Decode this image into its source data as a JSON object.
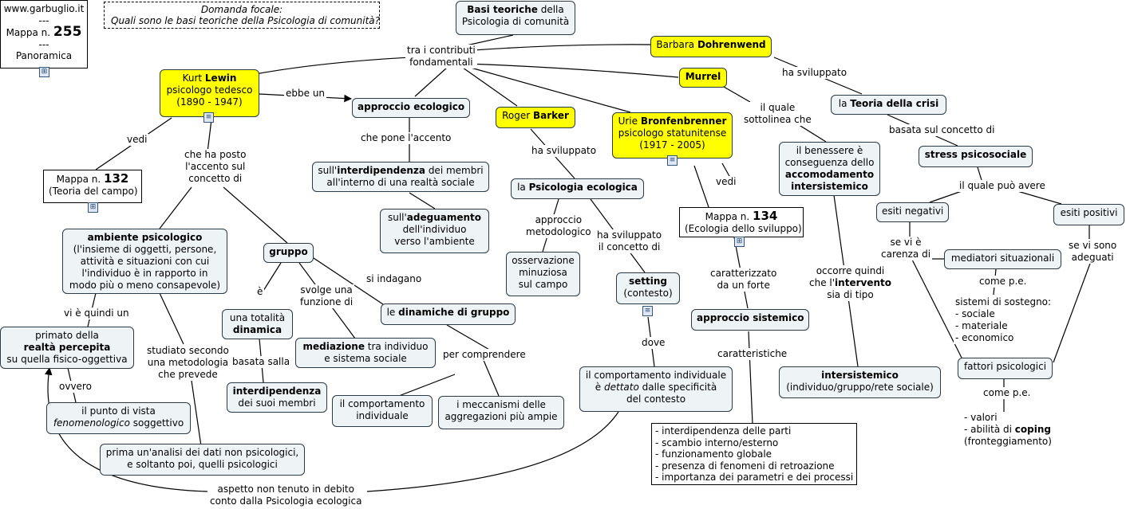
{
  "site": {
    "url": "www.garbuglio.it",
    "sep": "---",
    "mappa_prefix": "Mappa n.",
    "mappa_num": "255",
    "label": "Panoramica"
  },
  "focus": {
    "line1": "Domanda focale:",
    "line2": "Quali sono le basi teoriche della Psicologia di comunità?"
  },
  "title": {
    "bold": "Basi teoriche",
    "rest1": " della",
    "line2": "Psicologia di comunità"
  },
  "links": {
    "contributi": [
      "tra i contributi",
      "fondamentali"
    ],
    "ebbe_un": "ebbe un",
    "vedi1": "vedi",
    "accento": [
      "che ha posto",
      "l'accento sul",
      "concetto di"
    ],
    "pone_accento": "che pone l'accento",
    "ha_sviluppato_barker": "ha sviluppato",
    "approccio_metodologico": [
      "approccio",
      "metodologico"
    ],
    "ha_sviluppato_setting": [
      "ha sviluppato",
      "il concetto di"
    ],
    "vedi2": "vedi",
    "il_quale": [
      "il quale",
      "sottolinea che"
    ],
    "ha_sviluppato_dohren": "ha sviluppato",
    "basata_concetto": "basata sul concetto di",
    "il_quale_avere": "il quale può avere",
    "carenza": [
      "se vi è",
      "carenza di"
    ],
    "adeguati": [
      "se vi sono",
      "adeguati"
    ],
    "come_pe1": "come p.e.",
    "come_pe2": "come p.e.",
    "occorre": [
      "occorre quindi",
      "che l'",
      "intervento",
      "sia di tipo"
    ],
    "caratterizzato": [
      "caratterizzato",
      "da un forte"
    ],
    "caratteristiche": "caratteristiche",
    "dove": "dove",
    "quindi": "vi è quindi un",
    "ovvero": "ovvero",
    "studiato": [
      "studiato secondo",
      "una metodologia",
      "che prevede"
    ],
    "e": "è",
    "basata_sulla": "basata salla",
    "svolge": [
      "svolge una",
      "funzione di"
    ],
    "indagano": "si indagano",
    "per_comprendere": "per comprendere",
    "non_tenuto": [
      "aspetto non tenuto in debito",
      "conto dalla Psicologia ecologica"
    ]
  },
  "nodes": {
    "lewin": {
      "pre": "Kurt ",
      "bold": "Lewin",
      "l2": "psicologo tedesco",
      "l3": "(1890 - 1947)"
    },
    "dohrenwend": {
      "pre": "Barbara ",
      "bold": "Dohrenwend"
    },
    "murrel": {
      "bold": "Murrel"
    },
    "barker": {
      "pre": "Roger ",
      "bold": "Barker"
    },
    "bronfen": {
      "pre": "Urie ",
      "bold": "Bronfenbrenner",
      "l2": "psicologo statunitense",
      "l3": "(1917 - 2005)"
    },
    "approccio_eco": {
      "bold": "approccio ecologico"
    },
    "interdip_membri": {
      "pre": "sull'",
      "bold": "interdipendenza",
      "rest": " dei membri",
      "l2": "all'interno di una realtà sociale"
    },
    "adeguamento": {
      "pre": "sull'",
      "bold": "adeguamento",
      "l2": "dell'individuo",
      "l3": "verso l'ambiente"
    },
    "psico_eco": {
      "pre": "la ",
      "bold": "Psicologia ecologica"
    },
    "osservazione": [
      "osservazione",
      "minuziosa",
      "sul campo"
    ],
    "setting": {
      "bold": "setting",
      "l2": "(contesto)"
    },
    "comportamento_contesto": {
      "l1": "il comportamento individuale",
      "pre": "è ",
      "ital": "dettato",
      "rest": "  dalle specificità",
      "l3": "del contesto"
    },
    "mappa132": {
      "prefix": "Mappa n. ",
      "num": "132",
      "l2": "(Teoria del campo)"
    },
    "mappa134": {
      "prefix": "Mappa n. ",
      "num": "134",
      "l2": "(Ecologia dello sviluppo)"
    },
    "ambiente": {
      "bold": "ambiente psicologico",
      "lines": [
        "(l'insieme di oggetti, persone,",
        "attività e situazioni con cui",
        "l'individuo è in rapporto in",
        "modo più o meno consapevole)"
      ]
    },
    "gruppo": {
      "bold": "gruppo"
    },
    "totalita": {
      "l1": "una totalità",
      "bold": "dinamica"
    },
    "mediazione": {
      "bold": "mediazione",
      "rest": " tra individuo",
      "l2": "e sistema sociale"
    },
    "dinamiche": {
      "pre": "le ",
      "bold": "dinamiche di gruppo"
    },
    "interdip_suoi": {
      "bold": "interdipendenza",
      "l2": "dei suoi membri"
    },
    "comp_individuale": [
      "il comportamento",
      "individuale"
    ],
    "meccanismi": [
      "i meccanismi delle",
      "aggregazioni più ampie"
    ],
    "primato": {
      "l1": "primato della",
      "bold": "realtà percepita",
      "l3": "su quella fisico-oggettiva"
    },
    "punto_vista": {
      "l1": "il punto di vista",
      "ital": "fenomenologico",
      "rest": "  soggettivo"
    },
    "prima_analisi": [
      "prima un'analisi dei dati non psicologici,",
      "e soltanto poi, quelli psicologici"
    ],
    "benessere": {
      "l1": "il benessere è",
      "l2": "conseguenza dello",
      "bold1": "accomodamento",
      "bold2": "intersistemico"
    },
    "teoria_crisi": {
      "pre": "la ",
      "bold": "Teoria della crisi"
    },
    "stress": {
      "bold": "stress psicosociale"
    },
    "esiti_neg": "esiti negativi",
    "esiti_pos": "esiti positivi",
    "mediatori": "mediatori situazionali",
    "sostegno": [
      "sistemi di sostegno:",
      "- sociale",
      "- materiale",
      "- economico"
    ],
    "fattori": "fattori psicologici",
    "valori": {
      "l1": "- valori",
      "pre": "- abilità di ",
      "bold": "coping",
      "l3": "(fronteggiamento)"
    },
    "approccio_sist": {
      "bold": "approccio sistemico"
    },
    "caratteristiche_list": [
      "- interdipendenza delle parti",
      "- scambio interno/esterno",
      "- funzionamento globale",
      "- presenza di fenomeni di retroazione",
      "- importanza dei parametri e dei processi"
    ],
    "intersistemico": {
      "bold": "intersistemico",
      "l2": "(individuo/gruppo/rete sociale)"
    }
  }
}
